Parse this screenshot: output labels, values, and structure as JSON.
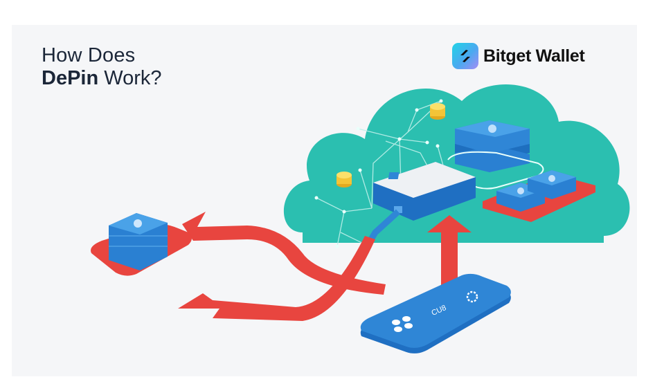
{
  "title": {
    "line1": "How Does",
    "line2_bold": "DePin",
    "line2_rest": " Work?"
  },
  "brand": {
    "name": "Bitget Wallet",
    "icon": "bitget-logo-icon"
  },
  "illustration": {
    "device_label": "CU8",
    "elements": [
      "cloud-network",
      "gateway-hub",
      "server-stack-cloud",
      "storage-blocks",
      "token-coin",
      "server-stack-left",
      "router-device",
      "data-flow-arrows"
    ]
  },
  "colors": {
    "background": "#f5f6f8",
    "cloud": "#2bbfb0",
    "device_blue": "#2f86d6",
    "arrow_red": "#e8453f",
    "coin_gold": "#f3c437",
    "text_dark": "#1b2638"
  }
}
